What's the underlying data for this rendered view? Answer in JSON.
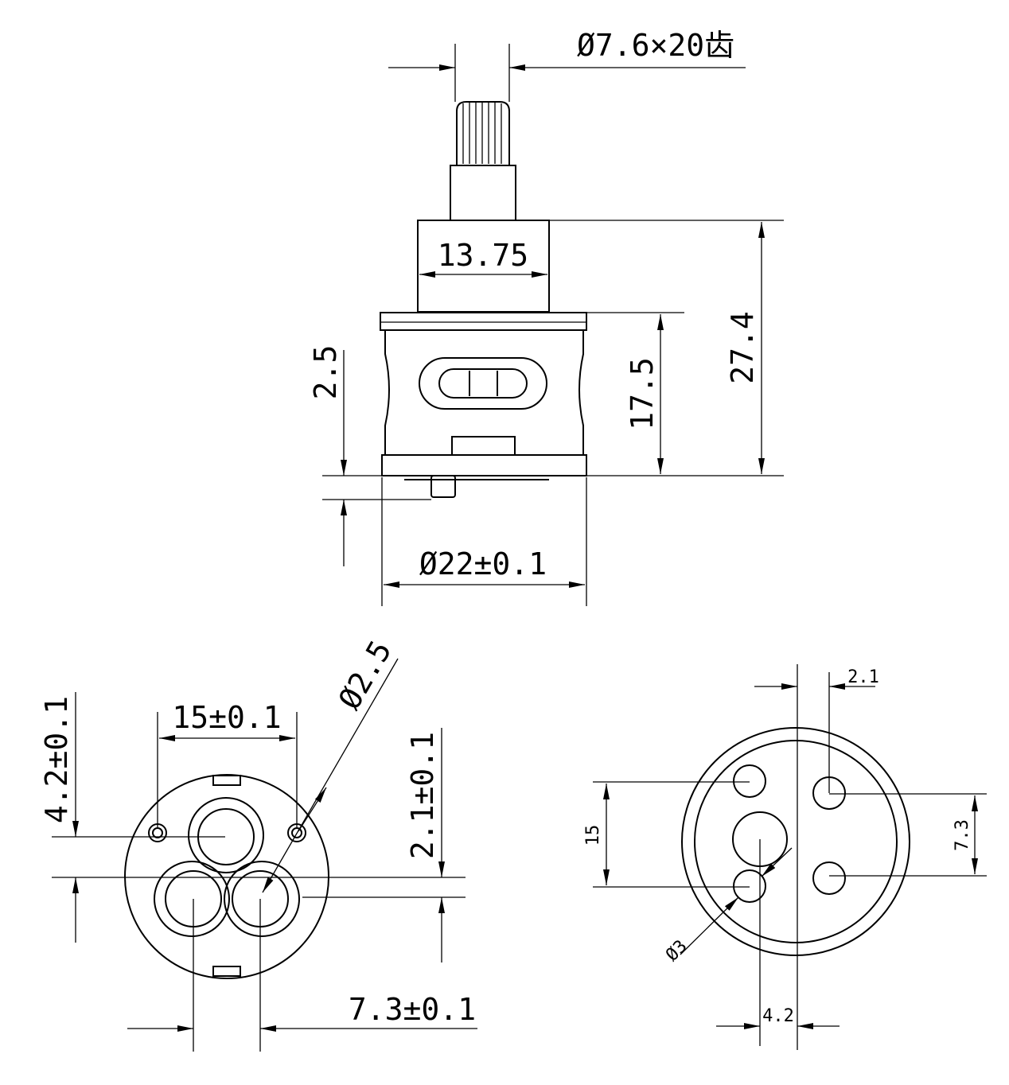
{
  "side_view": {
    "spline_label": "Ø7.6×20齿",
    "upper_body_width": "13.75",
    "total_height": "27.4",
    "body_height": "17.5",
    "pin_height": "2.5",
    "body_diameter": "Ø22±0.1"
  },
  "bottom_view": {
    "hole_spacing": "15±0.1",
    "small_hole_diameter": "Ø2.5",
    "offset_vertical": "4.2±0.1",
    "offset_lower": "2.1±0.1",
    "lobe_spacing": "7.3±0.1"
  },
  "port_view": {
    "offset_top": "2.1",
    "span_left": "15",
    "span_right": "7.3",
    "hole_diameter": "Ø3",
    "offset_bottom": "4.2"
  }
}
